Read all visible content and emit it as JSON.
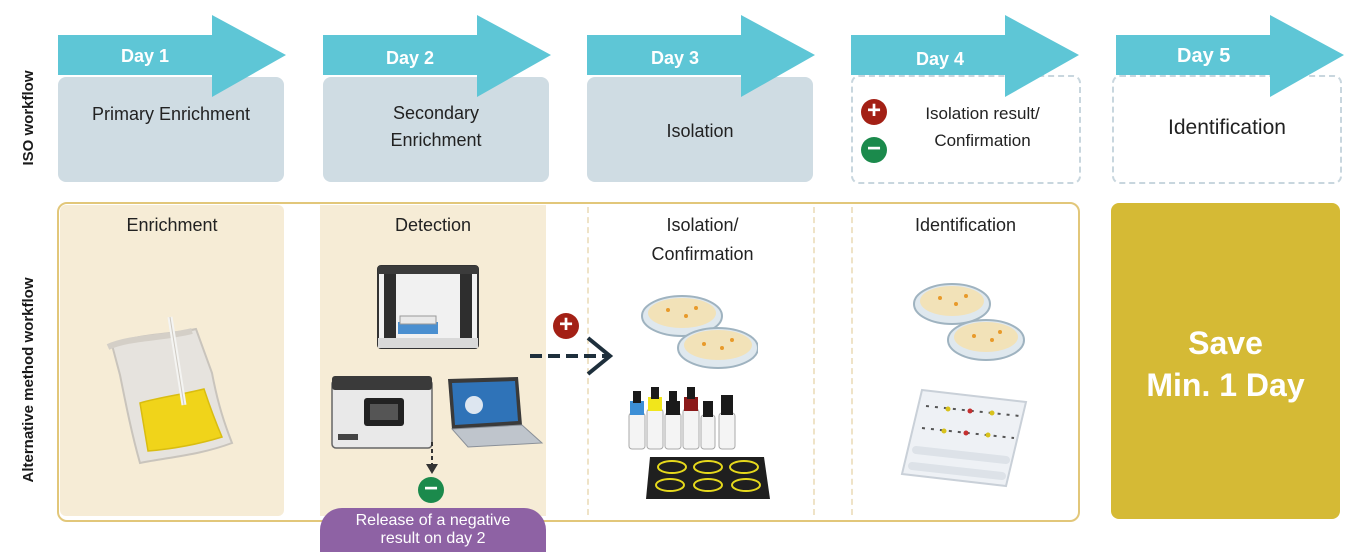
{
  "iso_label": "ISO workflow",
  "alt_label": "Alternative method workflow",
  "days": [
    "Day 1",
    "Day 2",
    "Day 3",
    "Day 4",
    "Day 5"
  ],
  "iso_steps": {
    "day1": "Primary Enrichment",
    "day2_line1": "Secondary",
    "day2_line2": "Enrichment",
    "day3": "Isolation",
    "day4_line1": "Isolation result/",
    "day4_line2": "Confirmation",
    "day5": "Identification"
  },
  "alt_steps": {
    "enrichment": "Enrichment",
    "detection": "Detection",
    "isolation_line1": "Isolation/",
    "isolation_line2": "Confirmation",
    "identification": "Identification"
  },
  "negative_note_line1": "Release of a negative",
  "negative_note_line2": "result on day 2",
  "save_line1": "Save",
  "save_line2": "Min. 1 Day",
  "colors": {
    "arrow": "#5ec6d6",
    "iso_box": "#cfdce3",
    "alt_border": "#e2c77a",
    "alt_fill": "#f6ecd6",
    "save_box": "#d5ba35",
    "note_box": "#8e62a4",
    "positive": "#a32015",
    "negative": "#1b8a4c"
  },
  "icons": [
    "stomacher-bag-icon",
    "pcr-instrument-icon",
    "laptop-icon",
    "petri-dish-icon",
    "reagent-bottles-icon",
    "chromogenic-plate-icon",
    "api-strip-icon"
  ]
}
